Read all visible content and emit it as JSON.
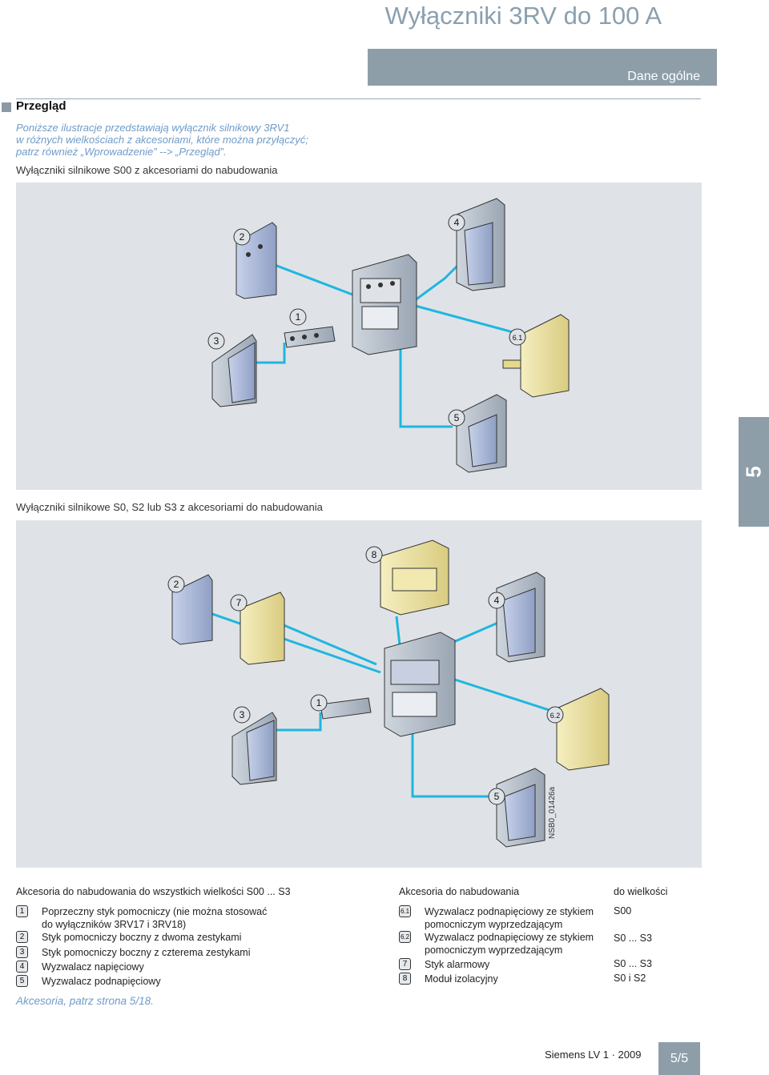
{
  "header": {
    "title": "Wyłączniki 3RV do 100 A",
    "section": "Dane ogólne"
  },
  "overview": {
    "title": "Przegląd",
    "intro_lines": [
      "Poniższe ilustracje przedstawiają wyłącznik silnikowy 3RV1",
      "w różnych wielkościach z akcesoriami, które można przyłączyć;",
      "patrz również „Wprowadzenie” --> „Przegląd”."
    ]
  },
  "diagram1": {
    "caption": "Wyłączniki silnikowe S00 z akcesoriami do nabudowania",
    "labels": [
      "2",
      "4",
      "1",
      "3",
      "6.1",
      "5"
    ]
  },
  "diagram2": {
    "caption": "Wyłączniki silnikowe S0, S2 lub S3 z akcesoriami do nabudowania",
    "labels": [
      "8",
      "2",
      "7",
      "4",
      "1",
      "3",
      "6.2",
      "5"
    ],
    "code": "NSB0_01426a"
  },
  "side_tab": "5",
  "legend_left": {
    "title": "Akcesoria do nabudowania do wszystkich wielkości S00 ... S3",
    "items": [
      {
        "num": "1",
        "text": [
          "Poprzeczny styk pomocniczy (nie można stosować",
          "do wyłączników 3RV17 i 3RV18)"
        ]
      },
      {
        "num": "2",
        "text": [
          "Styk pomocniczy boczny z dwoma zestykami"
        ]
      },
      {
        "num": "3",
        "text": [
          "Styk pomocniczy boczny z czterema zestykami"
        ]
      },
      {
        "num": "4",
        "text": [
          "Wyzwalacz napięciowy"
        ]
      },
      {
        "num": "5",
        "text": [
          "Wyzwalacz podnapięciowy"
        ]
      }
    ]
  },
  "legend_right": {
    "title": "Akcesoria do nabudowania",
    "size_header": "do wielkości",
    "items": [
      {
        "num": "6.1",
        "text": [
          "Wyzwalacz podnapięciowy ze stykiem",
          "pomocniczym wyprzedzającym"
        ],
        "size": "S00"
      },
      {
        "num": "6.2",
        "text": [
          "Wyzwalacz podnapięciowy ze stykiem",
          "pomocniczym wyprzedzającym"
        ],
        "size": "S0 ... S3"
      },
      {
        "num": "7",
        "text": [
          "Styk alarmowy"
        ],
        "size": "S0 ... S3"
      },
      {
        "num": "8",
        "text": [
          "Moduł izolacyjny"
        ],
        "size": "S0 i S2"
      }
    ]
  },
  "footer": {
    "link": "Akcesoria, patrz strona 5/18.",
    "brand": "Siemens LV 1 · 2009",
    "page": "5/5"
  },
  "colors": {
    "accent": "#8d9ea9",
    "link": "#6f9bc8",
    "connector": "#1fb6e0",
    "device_blue": "#a7b6d8",
    "device_yellow": "#ede4a6",
    "device_grey": "#b7c0cb"
  }
}
